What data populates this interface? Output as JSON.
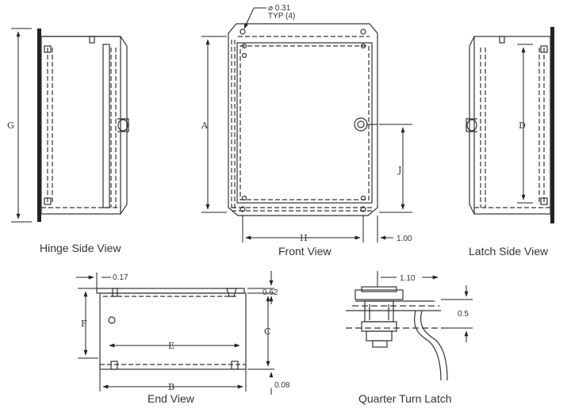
{
  "views": {
    "hinge_side": "Hinge Side View",
    "front": "Front View",
    "latch_side": "Latch Side View",
    "end": "End View",
    "quarter_turn": "Quarter Turn Latch"
  },
  "dimensions": {
    "g": "G",
    "a": "A",
    "d": "D",
    "j": "J",
    "h": "H",
    "c": "C",
    "f": "F",
    "e": "E",
    "b": "B",
    "front_offset": "1.00",
    "end_top": "0.17",
    "end_right": "0.62",
    "end_base": "0.08",
    "latch_reach": "1.10",
    "latch_height": "0.5"
  },
  "callout": {
    "hole_dia": "⌀ 0.31",
    "hole_qty": "TYP (4)"
  }
}
